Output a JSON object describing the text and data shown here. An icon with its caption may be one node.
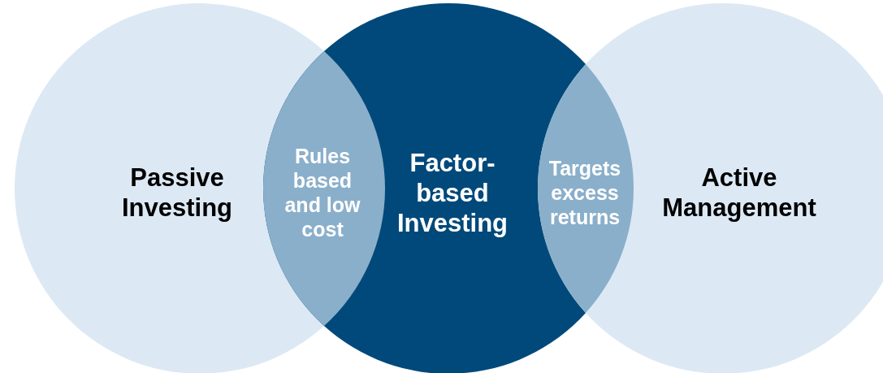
{
  "diagram": {
    "nodes": [
      {
        "text": [
          "Passive Investing"
        ]
      },
      {
        "text": [
          "Rules based and low cost"
        ]
      },
      {
        "text": [
          "Factor-based Investing"
        ]
      },
      {
        "text": [
          "Targets excess returns"
        ]
      },
      {
        "text": [
          "Active Management"
        ]
      }
    ],
    "edges": []
  }
}
